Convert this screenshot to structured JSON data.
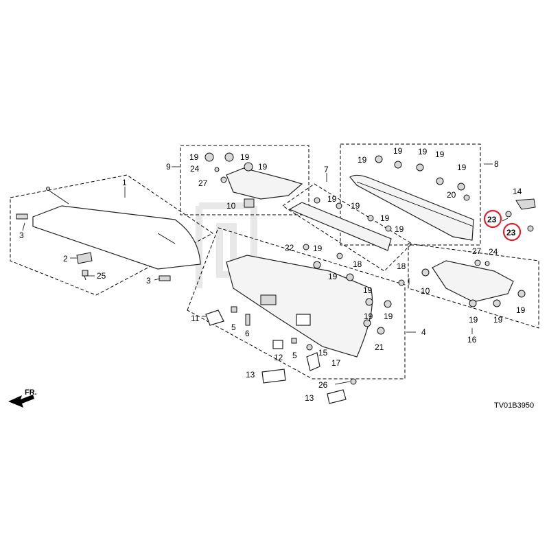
{
  "diagram_code": "TV01B3950",
  "direction_label": "FR.",
  "highlight_color": "#e0202a",
  "callouts": [
    {
      "id": "c1",
      "text": "1"
    },
    {
      "id": "c2",
      "text": "2"
    },
    {
      "id": "c3a",
      "text": "3"
    },
    {
      "id": "c3b",
      "text": "3"
    },
    {
      "id": "c4",
      "text": "4"
    },
    {
      "id": "c5a",
      "text": "5"
    },
    {
      "id": "c5b",
      "text": "5"
    },
    {
      "id": "c6",
      "text": "6"
    },
    {
      "id": "c7",
      "text": "7"
    },
    {
      "id": "c8",
      "text": "8"
    },
    {
      "id": "c9",
      "text": "9"
    },
    {
      "id": "c10a",
      "text": "10"
    },
    {
      "id": "c10b",
      "text": "10"
    },
    {
      "id": "c11",
      "text": "11"
    },
    {
      "id": "c12",
      "text": "12"
    },
    {
      "id": "c13a",
      "text": "13"
    },
    {
      "id": "c13b",
      "text": "13"
    },
    {
      "id": "c14",
      "text": "14"
    },
    {
      "id": "c15",
      "text": "15"
    },
    {
      "id": "c16",
      "text": "16"
    },
    {
      "id": "c17",
      "text": "17"
    },
    {
      "id": "c18a",
      "text": "18"
    },
    {
      "id": "c18b",
      "text": "18"
    },
    {
      "id": "c19",
      "text": "19"
    },
    {
      "id": "c20",
      "text": "20"
    },
    {
      "id": "c21",
      "text": "21"
    },
    {
      "id": "c22",
      "text": "22"
    },
    {
      "id": "c23a",
      "text": "23"
    },
    {
      "id": "c23b",
      "text": "23"
    },
    {
      "id": "c24a",
      "text": "24"
    },
    {
      "id": "c24b",
      "text": "24"
    },
    {
      "id": "c25",
      "text": "25"
    },
    {
      "id": "c26",
      "text": "26"
    },
    {
      "id": "c27a",
      "text": "27"
    },
    {
      "id": "c27b",
      "text": "27"
    }
  ],
  "clip_label": "19"
}
